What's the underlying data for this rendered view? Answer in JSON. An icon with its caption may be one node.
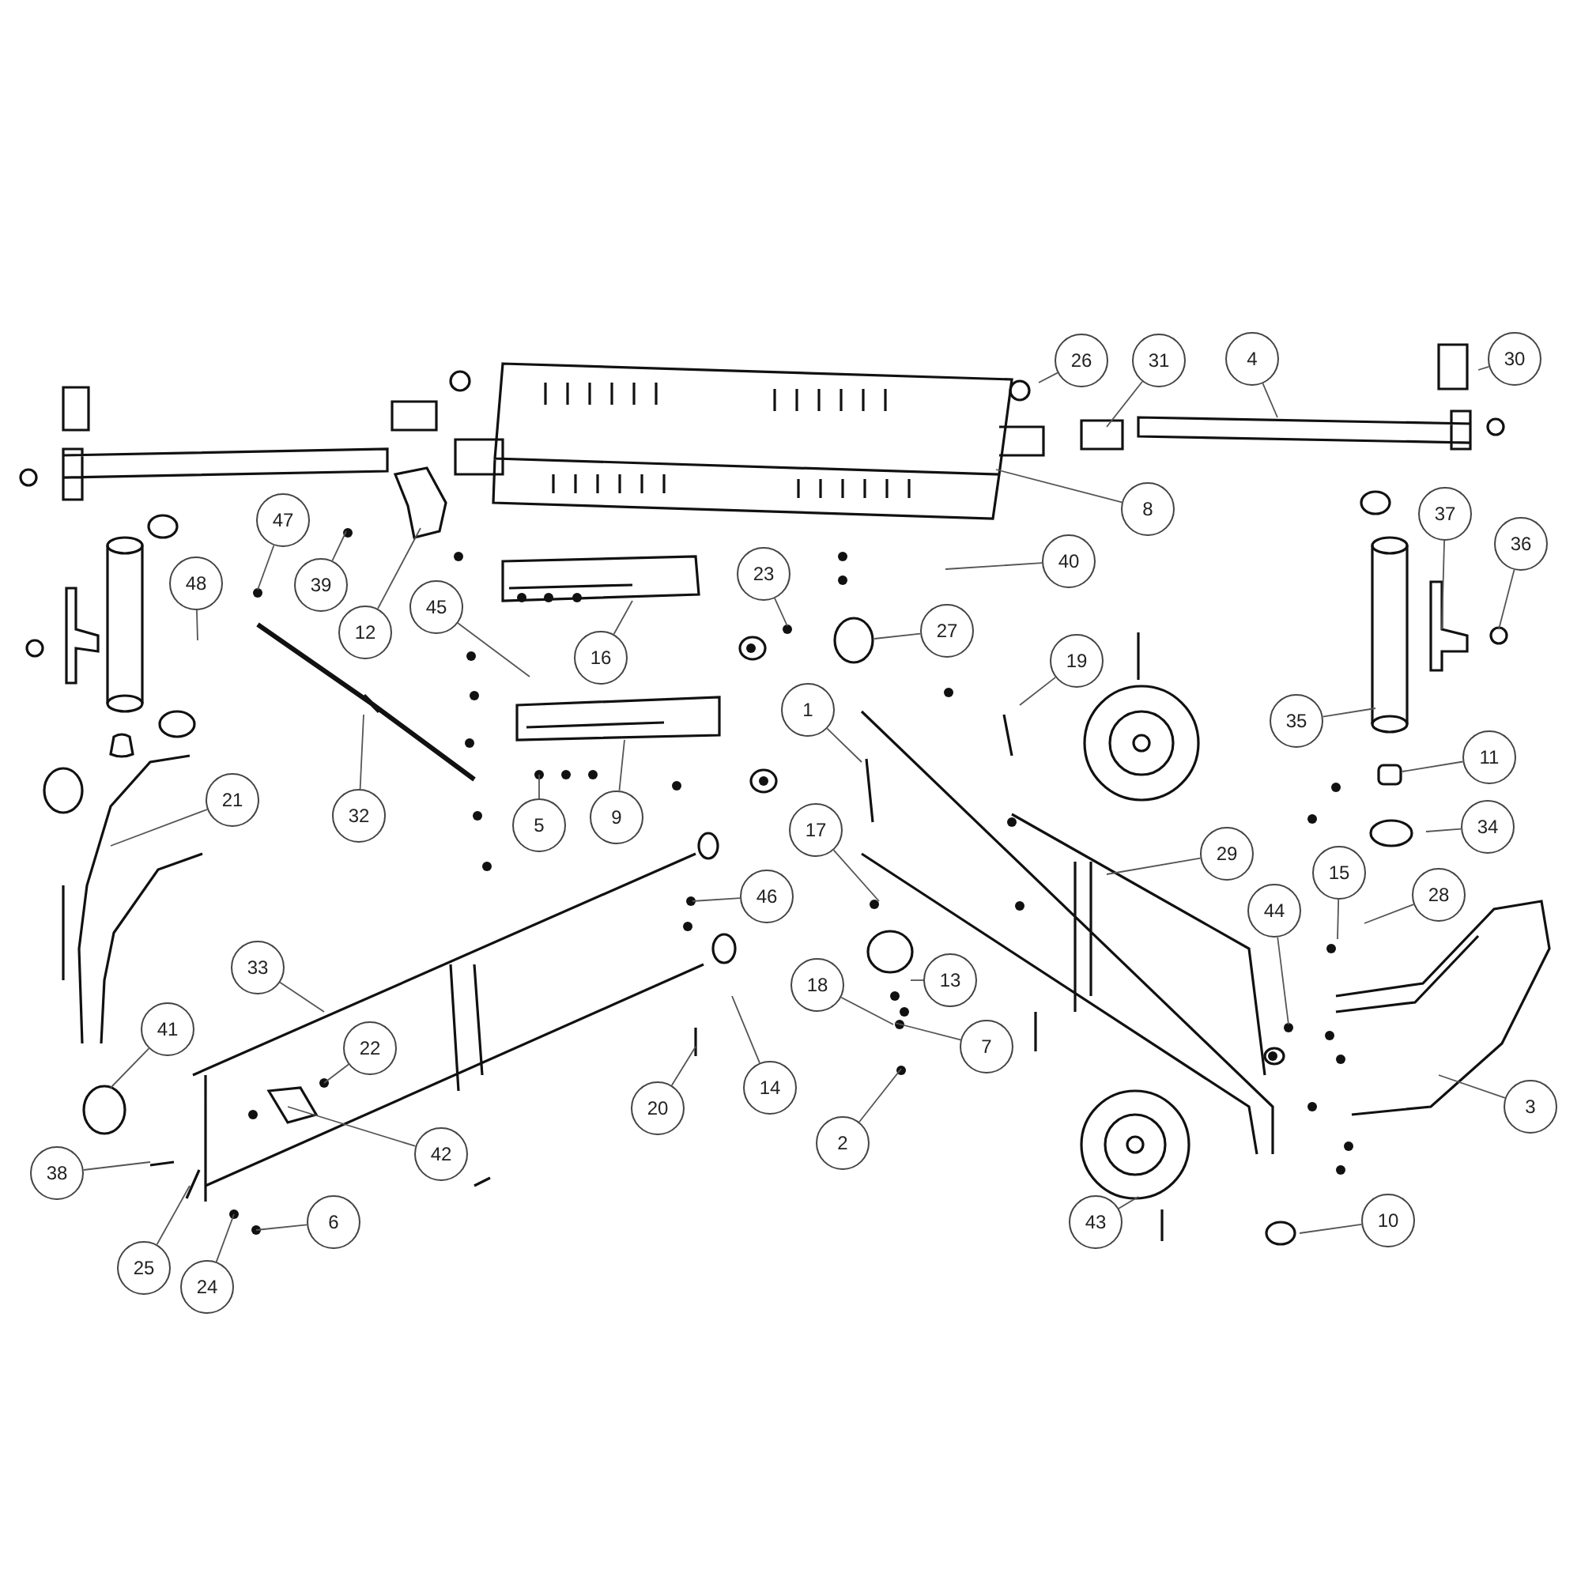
{
  "diagram": {
    "nodes": [
      {
        "text": [
          "26"
        ]
      },
      {
        "text": [
          "31"
        ]
      },
      {
        "text": [
          "4"
        ]
      },
      {
        "text": [
          "30"
        ]
      },
      {
        "text": [
          "8"
        ]
      },
      {
        "text": [
          "47"
        ]
      },
      {
        "text": [
          "37"
        ]
      },
      {
        "text": [
          "36"
        ]
      },
      {
        "text": [
          "40"
        ]
      },
      {
        "text": [
          "23"
        ]
      },
      {
        "text": [
          "48"
        ]
      },
      {
        "text": [
          "39"
        ]
      },
      {
        "text": [
          "45"
        ]
      },
      {
        "text": [
          "12"
        ]
      },
      {
        "text": [
          "27"
        ]
      },
      {
        "text": [
          "16"
        ]
      },
      {
        "text": [
          "19"
        ]
      },
      {
        "text": [
          "1"
        ]
      },
      {
        "text": [
          "35"
        ]
      },
      {
        "text": [
          "11"
        ]
      },
      {
        "text": [
          "21"
        ]
      },
      {
        "text": [
          "32"
        ]
      },
      {
        "text": [
          "9"
        ]
      },
      {
        "text": [
          "5"
        ]
      },
      {
        "text": [
          "17"
        ]
      },
      {
        "text": [
          "34"
        ]
      },
      {
        "text": [
          "29"
        ]
      },
      {
        "text": [
          "15"
        ]
      },
      {
        "text": [
          "28"
        ]
      },
      {
        "text": [
          "46"
        ]
      },
      {
        "text": [
          "44"
        ]
      },
      {
        "text": [
          "33"
        ]
      },
      {
        "text": [
          "13"
        ]
      },
      {
        "text": [
          "18"
        ]
      },
      {
        "text": [
          "41"
        ]
      },
      {
        "text": [
          "7"
        ]
      },
      {
        "text": [
          "22"
        ]
      },
      {
        "text": [
          "14"
        ]
      },
      {
        "text": [
          "3"
        ]
      },
      {
        "text": [
          "20"
        ]
      },
      {
        "text": [
          "2"
        ]
      },
      {
        "text": [
          "42"
        ]
      },
      {
        "text": [
          "38"
        ]
      },
      {
        "text": [
          "6"
        ]
      },
      {
        "text": [
          "43"
        ]
      },
      {
        "text": [
          "10"
        ]
      },
      {
        "text": [
          "25"
        ]
      },
      {
        "text": [
          "24"
        ]
      }
    ],
    "edges": [
      {
        "from": 0,
        "to": null,
        "arrow": "none"
      },
      {
        "from": 1,
        "to": null,
        "arrow": "none"
      },
      {
        "from": 2,
        "to": null,
        "arrow": "none"
      },
      {
        "from": 3,
        "to": null,
        "arrow": "none"
      },
      {
        "from": 4,
        "to": null,
        "arrow": "none"
      },
      {
        "from": 5,
        "to": null,
        "arrow": "none"
      },
      {
        "from": 6,
        "to": null,
        "arrow": "none"
      },
      {
        "from": 7,
        "to": null,
        "arrow": "none"
      },
      {
        "from": 8,
        "to": null,
        "arrow": "none"
      },
      {
        "from": 9,
        "to": null,
        "arrow": "none"
      },
      {
        "from": 10,
        "to": null,
        "arrow": "none"
      },
      {
        "from": 11,
        "to": null,
        "arrow": "none"
      },
      {
        "from": 12,
        "to": null,
        "arrow": "none"
      },
      {
        "from": 13,
        "to": null,
        "arrow": "none"
      },
      {
        "from": 14,
        "to": null,
        "arrow": "none"
      },
      {
        "from": 15,
        "to": null,
        "arrow": "none"
      },
      {
        "from": 16,
        "to": null,
        "arrow": "none"
      },
      {
        "from": 17,
        "to": null,
        "arrow": "none"
      },
      {
        "from": 18,
        "to": null,
        "arrow": "none"
      },
      {
        "from": 19,
        "to": null,
        "arrow": "none"
      },
      {
        "from": 20,
        "to": null,
        "arrow": "none"
      },
      {
        "from": 21,
        "to": null,
        "arrow": "none"
      },
      {
        "from": 22,
        "to": null,
        "arrow": "none"
      },
      {
        "from": 23,
        "to": null,
        "arrow": "none"
      },
      {
        "from": 24,
        "to": null,
        "arrow": "none"
      },
      {
        "from": 25,
        "to": null,
        "arrow": "none"
      },
      {
        "from": 26,
        "to": null,
        "arrow": "none"
      },
      {
        "from": 27,
        "to": null,
        "arrow": "none"
      },
      {
        "from": 28,
        "to": null,
        "arrow": "none"
      },
      {
        "from": 29,
        "to": null,
        "arrow": "none"
      },
      {
        "from": 30,
        "to": null,
        "arrow": "none"
      },
      {
        "from": 31,
        "to": null,
        "arrow": "none"
      },
      {
        "from": 32,
        "to": null,
        "arrow": "none"
      },
      {
        "from": 33,
        "to": null,
        "arrow": "none"
      },
      {
        "from": 34,
        "to": null,
        "arrow": "none"
      },
      {
        "from": 35,
        "to": null,
        "arrow": "none"
      },
      {
        "from": 36,
        "to": null,
        "arrow": "none"
      },
      {
        "from": 37,
        "to": null,
        "arrow": "none"
      },
      {
        "from": 38,
        "to": null,
        "arrow": "none"
      },
      {
        "from": 39,
        "to": null,
        "arrow": "none"
      },
      {
        "from": 40,
        "to": null,
        "arrow": "none"
      },
      {
        "from": 41,
        "to": null,
        "arrow": "none"
      },
      {
        "from": 42,
        "to": null,
        "arrow": "none"
      },
      {
        "from": 43,
        "to": null,
        "arrow": "none"
      },
      {
        "from": 44,
        "to": null,
        "arrow": "none"
      },
      {
        "from": 45,
        "to": null,
        "arrow": "none"
      },
      {
        "from": 46,
        "to": null,
        "arrow": "none"
      },
      {
        "from": 47,
        "to": null,
        "arrow": "none"
      }
    ]
  }
}
